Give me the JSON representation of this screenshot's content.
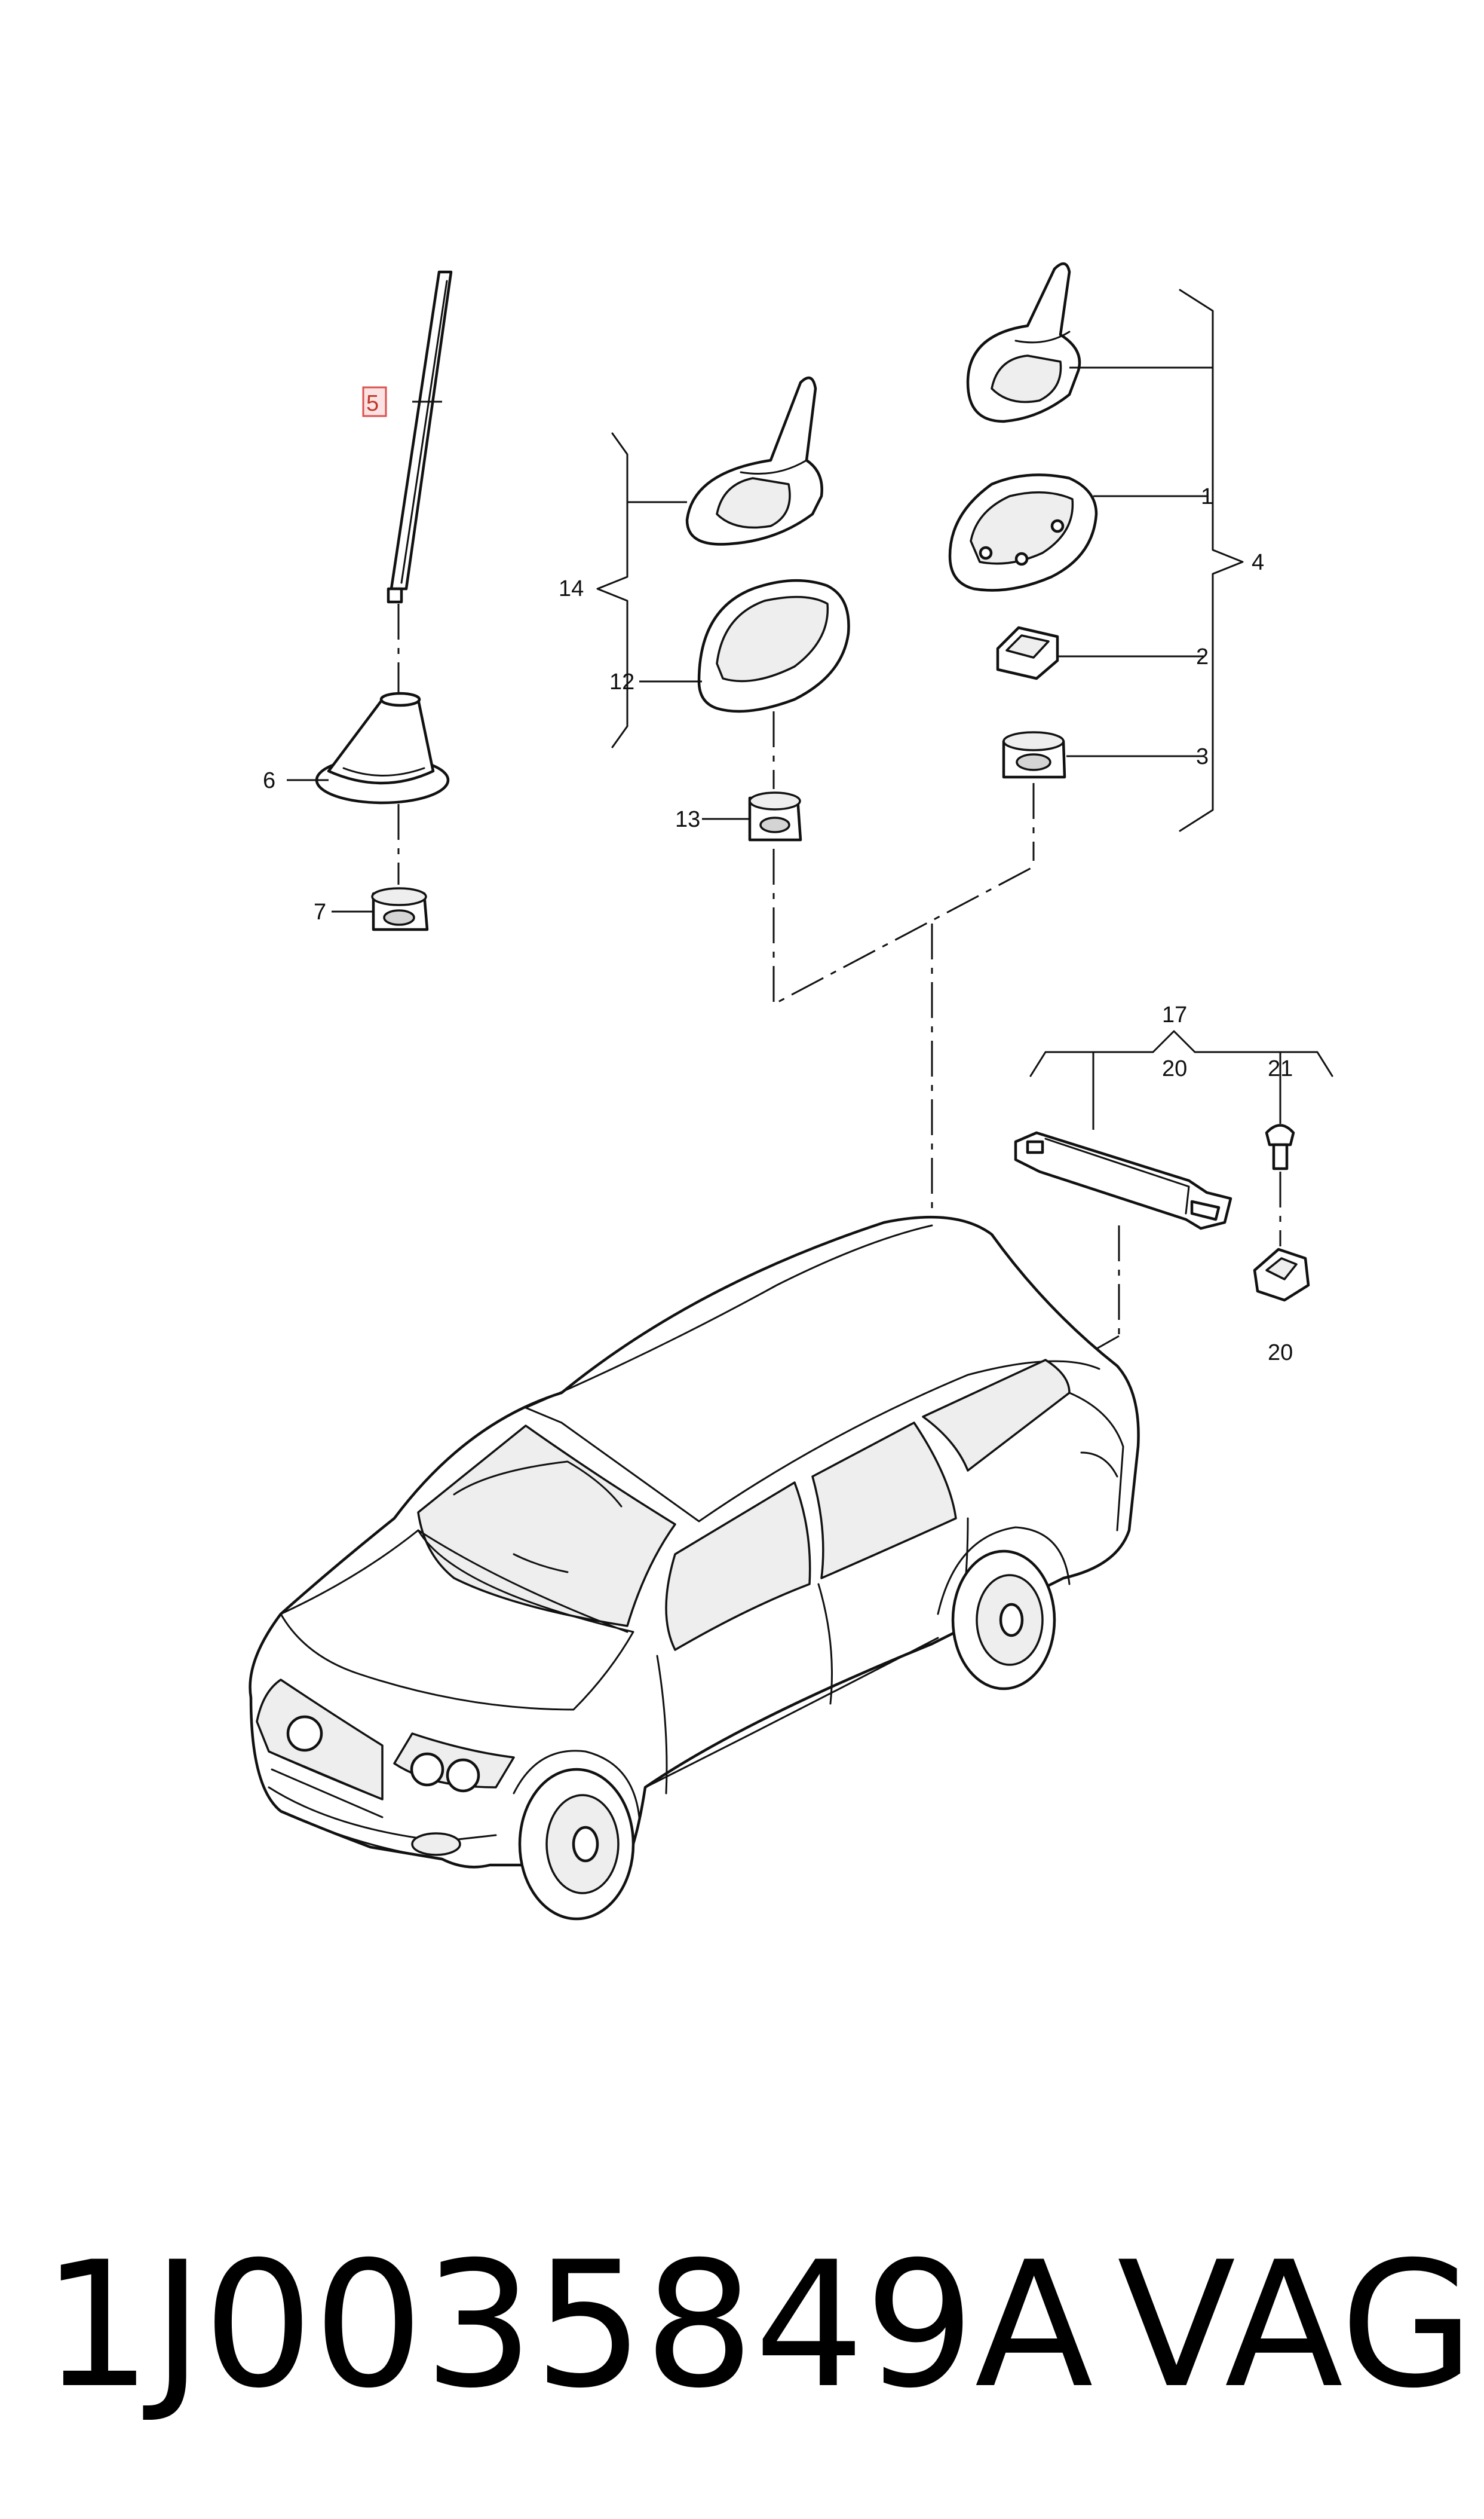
{
  "callouts": {
    "c1": "1",
    "c2": "2",
    "c3": "3",
    "c4": "4",
    "c5": "5",
    "c6": "6",
    "c7": "7",
    "c12": "12",
    "c13": "13",
    "c14": "14",
    "c17": "17",
    "c20a": "20",
    "c20b": "20",
    "c21": "21"
  },
  "highlight_color": "#d9534f",
  "footer": {
    "part_number": "1J0035849A",
    "brand": "VAG"
  }
}
